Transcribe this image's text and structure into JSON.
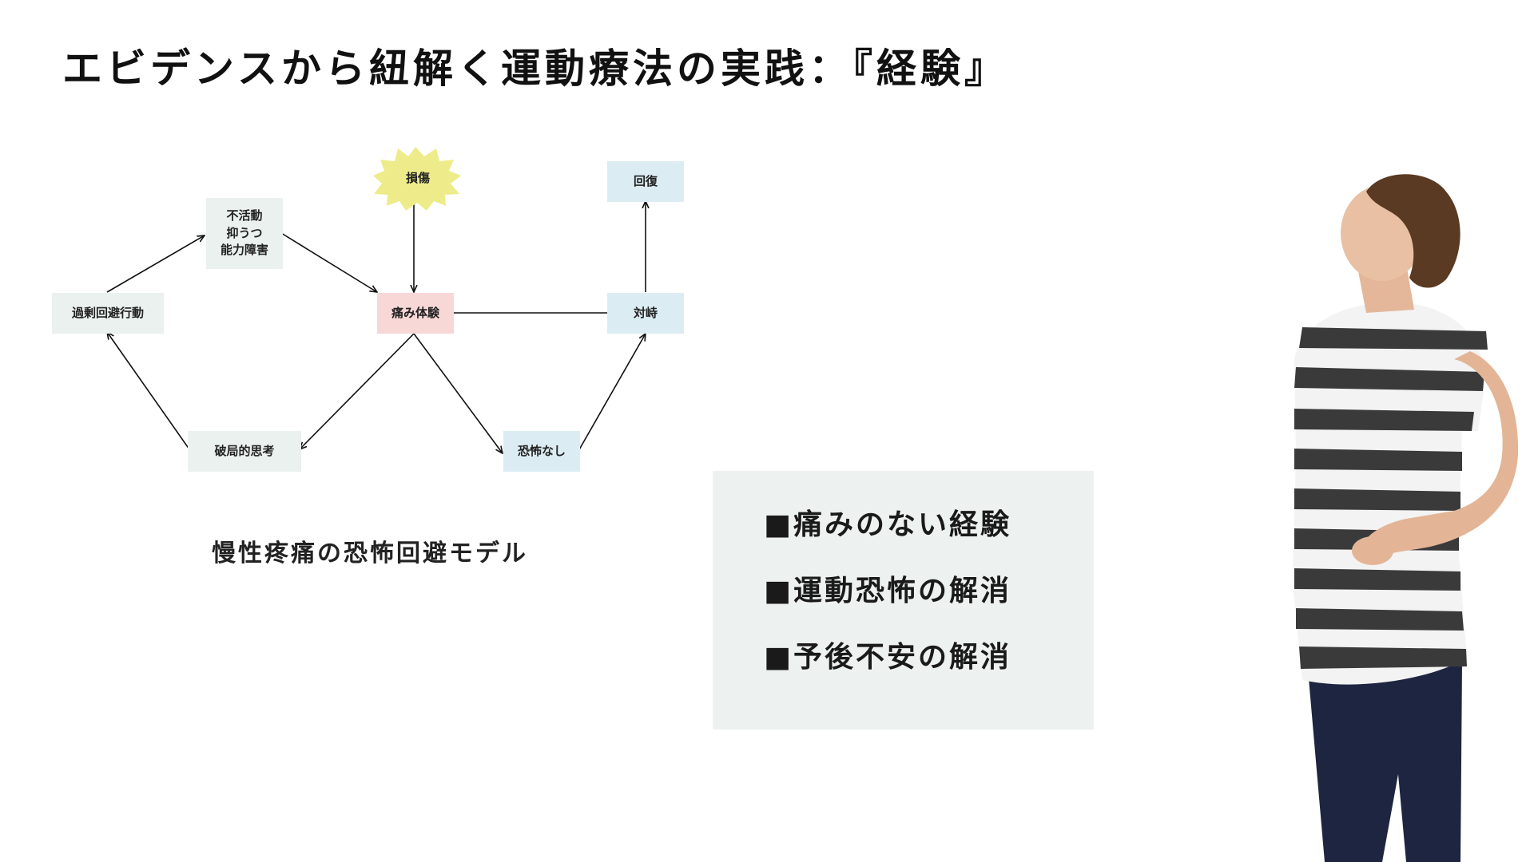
{
  "title": "エビデンスから紐解く運動療法の実践：『経験』",
  "diagram": {
    "nodes": {
      "injury": "損傷",
      "recovery": "回復",
      "disuse": "不活動\n抑うつ\n能力障害",
      "avoidance": "過剰回避行動",
      "pain": "痛み体験",
      "confront": "対峙",
      "catastrophizing": "破局的思考",
      "no_fear": "恐怖なし"
    },
    "caption": "慢性疼痛の恐怖回避モデル"
  },
  "info_box": {
    "items": [
      "■痛みのない経験",
      "■運動恐怖の解消",
      "■予後不安の解消"
    ]
  },
  "colors": {
    "gray_node": "#eaf1ef",
    "blue_node": "#dcecf3",
    "pink_node": "#f8d7d7",
    "burst": "#eeec8a",
    "info_box": "#edf2f0"
  }
}
